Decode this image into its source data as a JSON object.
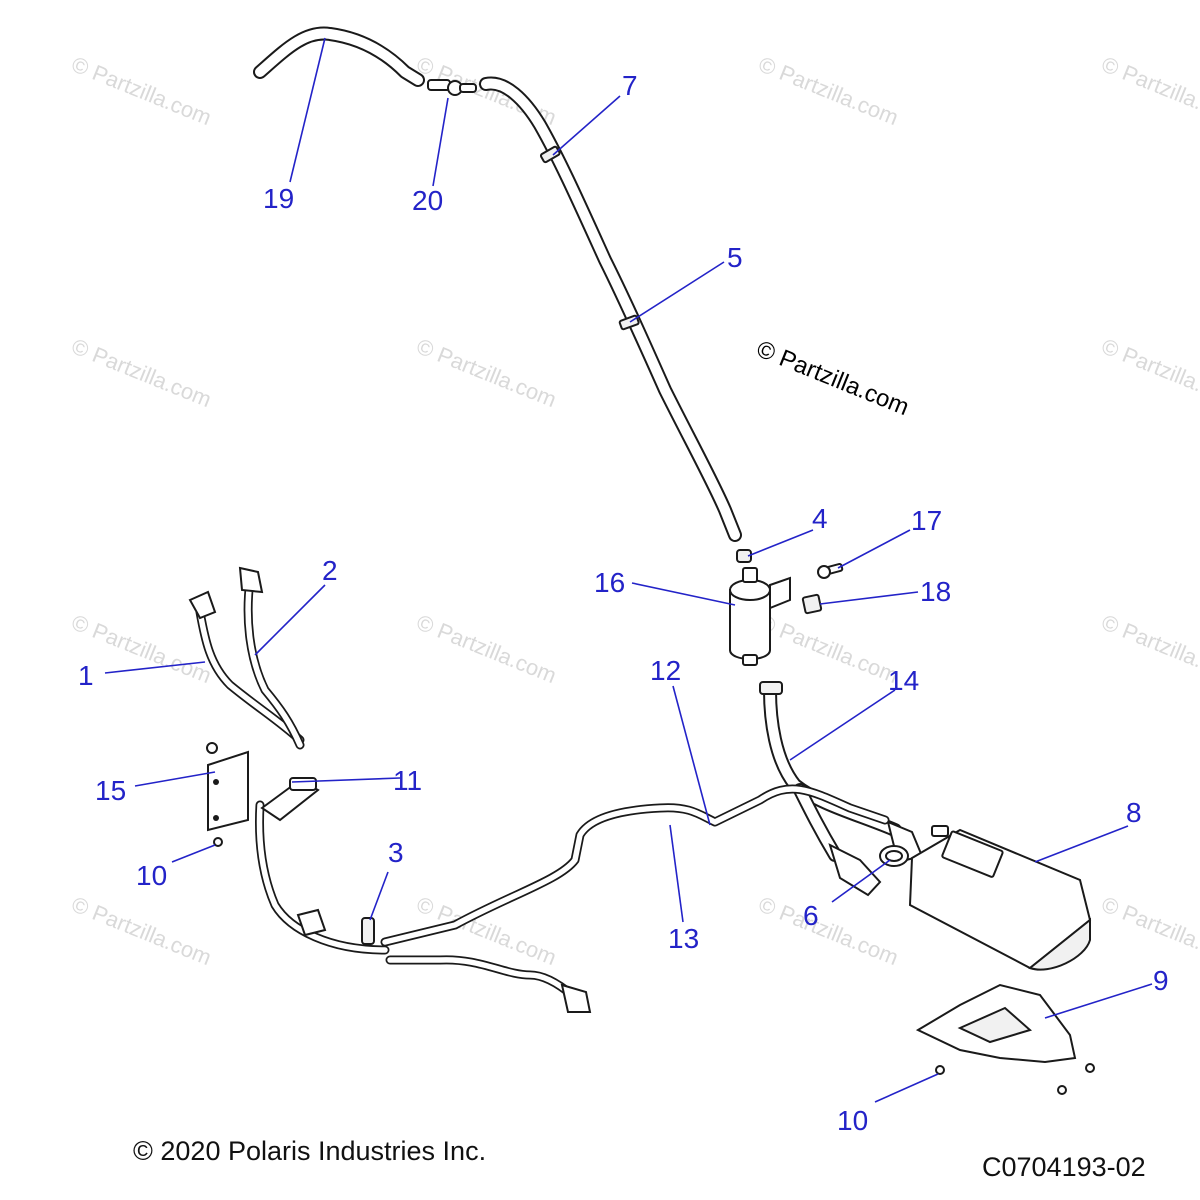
{
  "watermark_text": "© Partzilla.com",
  "center_watermark_text": "© Partzilla.com",
  "copyright": "© 2020 Polaris Industries Inc.",
  "figure_code": "C0704193-02",
  "colors": {
    "callout": "#2323c8",
    "line_art": "#1a1a1a",
    "watermark": "#d9d9d9"
  },
  "callouts": [
    "1",
    "2",
    "3",
    "4",
    "5",
    "6",
    "7",
    "8",
    "9",
    "10",
    "10",
    "11",
    "12",
    "13",
    "14",
    "15",
    "16",
    "17",
    "18",
    "19",
    "20"
  ]
}
